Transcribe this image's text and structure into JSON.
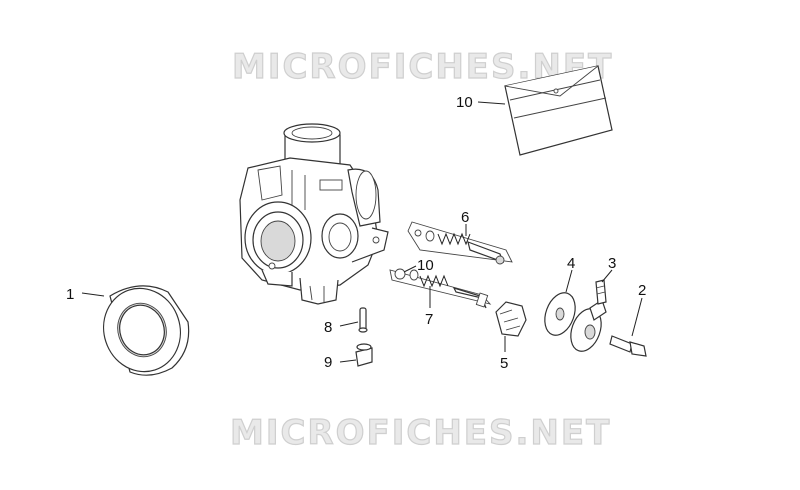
{
  "watermark": {
    "top": "MICROFICHES.NET",
    "bottom": "MICROFICHES.NET"
  },
  "callouts": [
    {
      "id": "c1",
      "label": "1"
    },
    {
      "id": "c2",
      "label": "2"
    },
    {
      "id": "c3",
      "label": "3"
    },
    {
      "id": "c4",
      "label": "4"
    },
    {
      "id": "c5",
      "label": "5"
    },
    {
      "id": "c6",
      "label": "6"
    },
    {
      "id": "c7",
      "label": "7"
    },
    {
      "id": "c8",
      "label": "8"
    },
    {
      "id": "c9",
      "label": "9"
    },
    {
      "id": "c10a",
      "label": "10"
    },
    {
      "id": "c10b",
      "label": "10"
    }
  ]
}
